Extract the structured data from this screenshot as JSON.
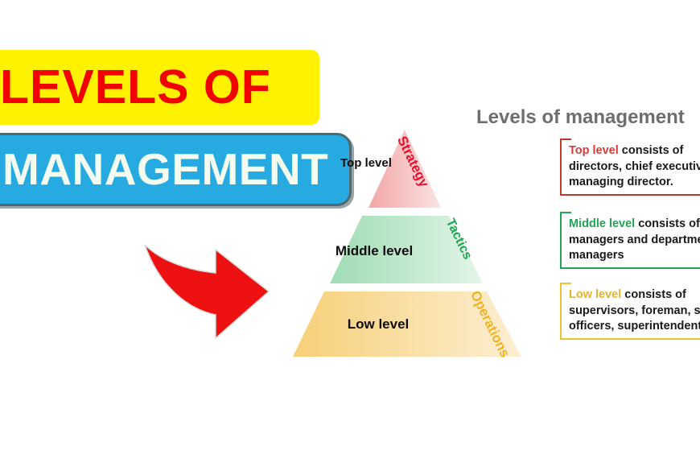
{
  "title_banners": {
    "line1": "LEVELS OF",
    "line2": "MANAGEMENT",
    "line1_bg": "#FFF200",
    "line1_color": "#F20000",
    "line2_bg": "#27AAE1",
    "line2_color": "#F4FBEF"
  },
  "arrow": {
    "icon": "curved-arrow-right-icon",
    "color": "#EE1111"
  },
  "pyramid": {
    "tiers": [
      {
        "label": "Top level",
        "side_label": "Strategy",
        "fill_start": "#F3A6A6",
        "fill_end": "#FBE3E3",
        "side_color": "#E8112D"
      },
      {
        "label": "Middle level",
        "side_label": "Tactics",
        "fill_start": "#9FDCB4",
        "fill_end": "#E3F5E8",
        "side_color": "#23A455"
      },
      {
        "label": "Low level",
        "side_label": "Operations",
        "fill_start": "#F7CF78",
        "fill_end": "#FCEFD3",
        "side_color": "#F0B323"
      }
    ]
  },
  "panel": {
    "heading": "Levels of management",
    "heading_color": "#6E6E6E",
    "notes": [
      {
        "key": "Top level",
        "key_color": "#D93A3A",
        "border_color": "#C0392B",
        "body": " consists of directors, chief executive, managing director."
      },
      {
        "key": "Middle level",
        "key_color": "#23A455",
        "border_color": "#23A455",
        "body": " consists of managers and departmental managers"
      },
      {
        "key": "Low level",
        "key_color": "#E8B22B",
        "border_color": "#F0C033",
        "body": " consists of supervisors, foreman, section officers, superintendent"
      }
    ]
  }
}
